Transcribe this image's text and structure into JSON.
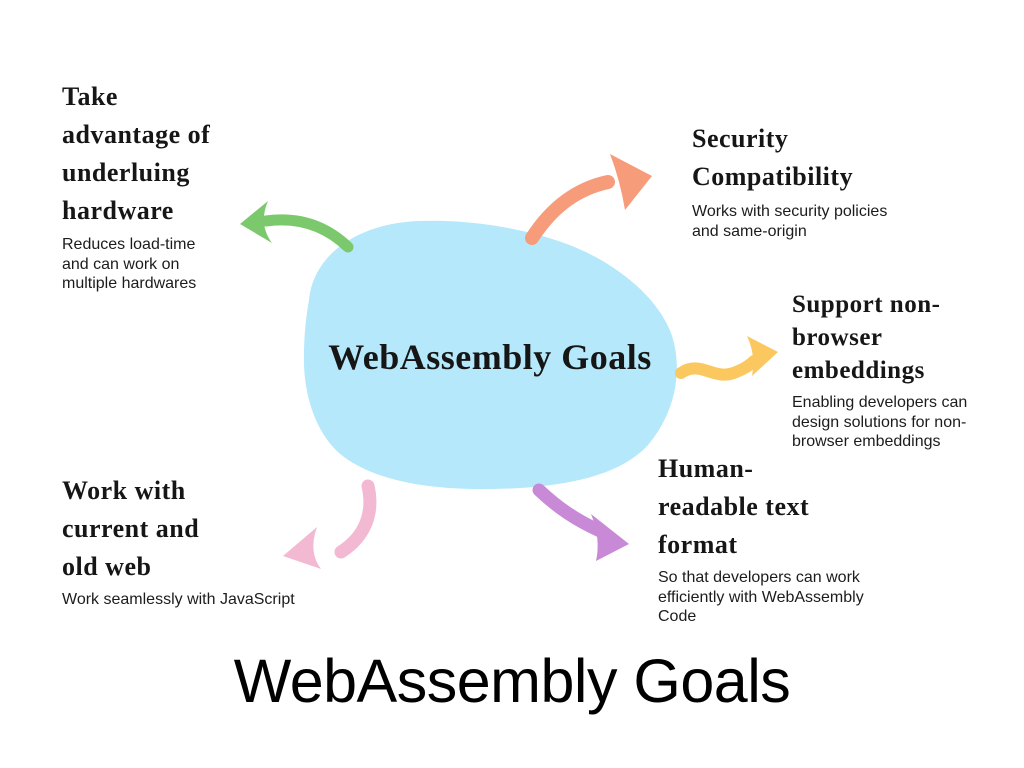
{
  "center_label": "WebAssembly Goals",
  "footer_title": "WebAssembly Goals",
  "colors": {
    "background": "#ffffff",
    "blob": "#b5e8fa",
    "heading_text": "#161616",
    "body_text": "#1c1c1c"
  },
  "branches": {
    "hardware": {
      "heading": "Take advantage of underluing hardware",
      "heading_lines": [
        "Take",
        "advantage of",
        "underluing",
        "hardware"
      ],
      "sub_lines": [
        "Reduces load-time",
        "and can work on",
        "multiple hardwares"
      ],
      "arrow_color": "#7cc96d"
    },
    "security": {
      "heading": "Security Compatibility",
      "heading_lines": [
        "Security",
        "Compatibility"
      ],
      "sub_lines": [
        "Works with security policies",
        "and same-origin"
      ],
      "arrow_color": "#f69c7b"
    },
    "embeddings": {
      "heading": "Support non-browser embeddings",
      "heading_lines": [
        "Support non-",
        "browser",
        "embeddings"
      ],
      "sub_lines": [
        "Enabling developers can",
        "design solutions for non-",
        "browser embeddings"
      ],
      "arrow_color": "#fbc85f"
    },
    "readable": {
      "heading": "Human-readable text format",
      "heading_lines": [
        "Human-",
        "readable text",
        "format"
      ],
      "sub_lines": [
        "So that developers can work",
        "efficiently with WebAssembly",
        "Code"
      ],
      "arrow_color": "#c88ad7"
    },
    "oldweb": {
      "heading": "Work with current and old web",
      "heading_lines": [
        "Work with",
        "current and",
        "old web"
      ],
      "sub_lines": [
        "Work seamlessly with JavaScript"
      ],
      "arrow_color": "#f3b8d2"
    }
  }
}
